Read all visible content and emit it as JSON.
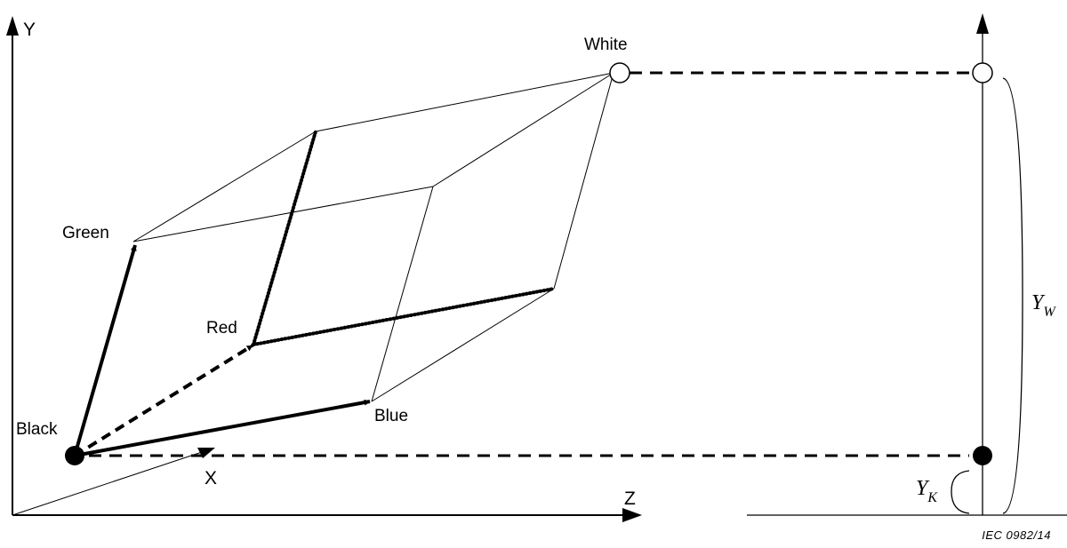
{
  "axes": {
    "y_label": "Y",
    "z_label": "Z",
    "x_label": "X"
  },
  "vertices": {
    "black": "Black",
    "green": "Green",
    "red": "Red",
    "blue": "Blue",
    "white": "White"
  },
  "luminance": {
    "yw_main": "Y",
    "yw_sub": "W",
    "yk_main": "Y",
    "yk_sub": "K"
  },
  "credit": "IEC  0982/14"
}
